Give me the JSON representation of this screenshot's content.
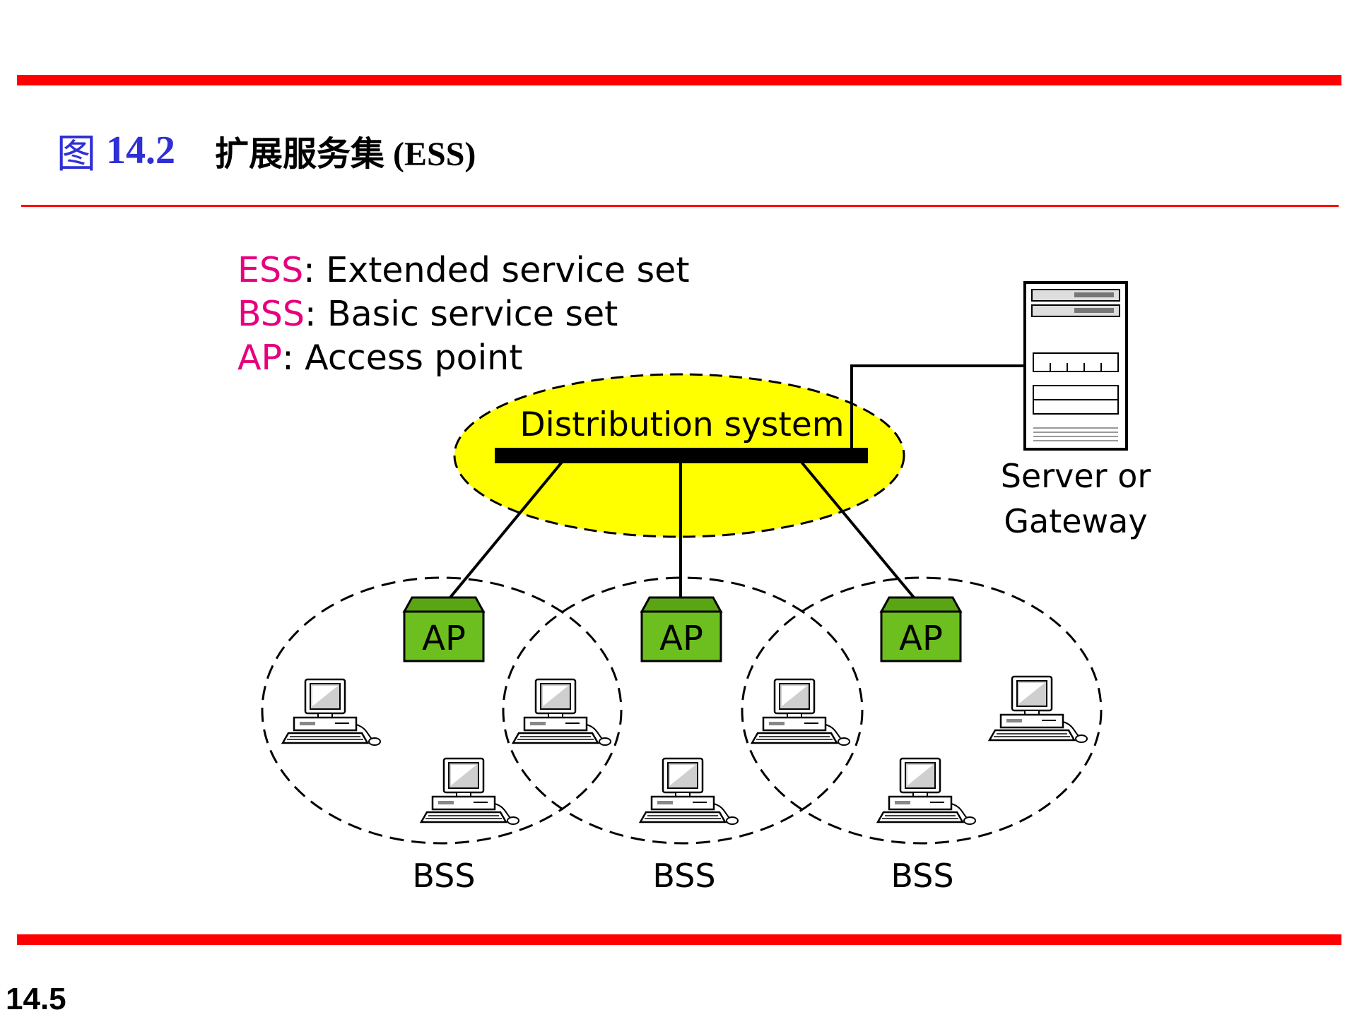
{
  "title": {
    "figure_label": "图",
    "figure_number": "14.2",
    "caption": "扩展服务集 (ESS)"
  },
  "legend": [
    {
      "abbr": "ESS",
      "text": ": Extended service set"
    },
    {
      "abbr": "BSS",
      "text": ": Basic service set"
    },
    {
      "abbr": "AP",
      "text": ": Access point"
    }
  ],
  "diagram": {
    "distribution_system_label": "Distribution system",
    "server_label_line1": "Server or",
    "server_label_line2": "Gateway",
    "ap_label": "AP",
    "bss_label": "BSS",
    "colors": {
      "legend_abbr": "#e6007e",
      "distribution_ellipse": "#ffff00",
      "ap_box": "#6cbf1e",
      "rule": "#ff0000",
      "figure_label": "#2f2fd6"
    }
  },
  "footer": {
    "page_number": "14.5"
  }
}
